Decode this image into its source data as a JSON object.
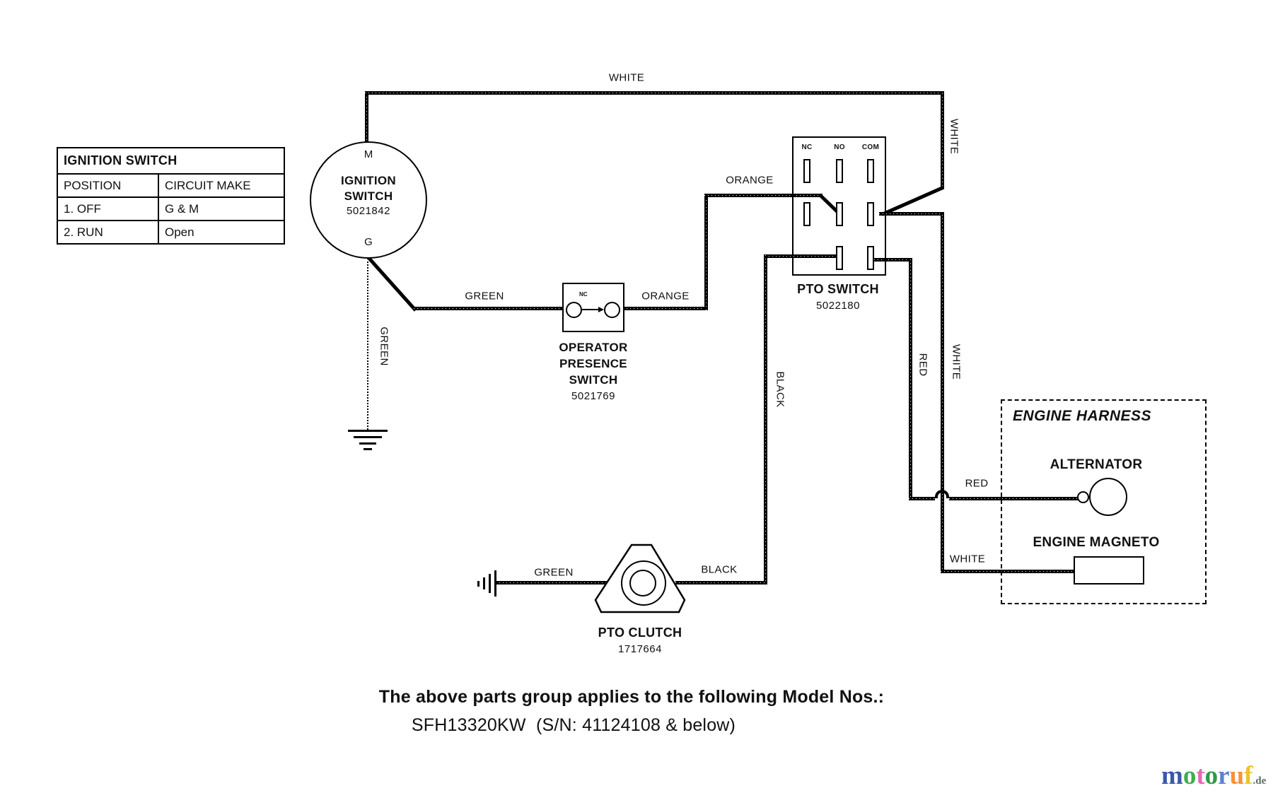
{
  "ignition_table": {
    "title": "IGNITION SWITCH",
    "columns": [
      "POSITION",
      "CIRCUIT MAKE"
    ],
    "rows": [
      [
        "1. OFF",
        "G & M"
      ],
      [
        "2. RUN",
        "Open"
      ]
    ]
  },
  "ignition_switch": {
    "top_terminal": "M",
    "line1": "IGNITION",
    "line2": "SWITCH",
    "part": "5021842",
    "bottom_terminal": "G"
  },
  "operator_switch": {
    "contact": "NC",
    "line1": "OPERATOR",
    "line2": "PRESENCE",
    "line3": "SWITCH",
    "part": "5021769"
  },
  "pto_switch": {
    "terminals": [
      "NC",
      "NO",
      "COM"
    ],
    "name": "PTO SWITCH",
    "part": "5022180"
  },
  "pto_clutch": {
    "name": "PTO CLUTCH",
    "part": "1717664"
  },
  "engine_harness": {
    "title": "ENGINE HARNESS",
    "alternator": "ALTERNATOR",
    "magneto": "ENGINE MAGNETO"
  },
  "wires": {
    "white_top": "WHITE",
    "white_right_upper": "WHITE",
    "white_right_mid": "WHITE",
    "white_magneto": "WHITE",
    "red_vertical": "RED",
    "red_horizontal": "RED",
    "orange_top": "ORANGE",
    "orange_switch": "ORANGE",
    "green_ignition": "GREEN",
    "green_vertical": "GREEN",
    "green_clutch": "GREEN",
    "black_vertical": "BLACK",
    "black_clutch": "BLACK"
  },
  "footer": {
    "line1": "The above parts group applies to the following Model Nos.:",
    "line2": "SFH13320KW  (S/N: 41124108 & below)"
  },
  "logo": {
    "letters": [
      {
        "ch": "m",
        "color": "#3a57ad"
      },
      {
        "ch": "o",
        "color": "#3fae4c"
      },
      {
        "ch": "t",
        "color": "#e966b2"
      },
      {
        "ch": "o",
        "color": "#2f9a43"
      },
      {
        "ch": "r",
        "color": "#5b7fd4"
      },
      {
        "ch": "u",
        "color": "#f5923a"
      },
      {
        "ch": "f",
        "color": "#eec32b"
      }
    ],
    "suffix": ".de",
    "suffix_color": "#5c6f63"
  }
}
